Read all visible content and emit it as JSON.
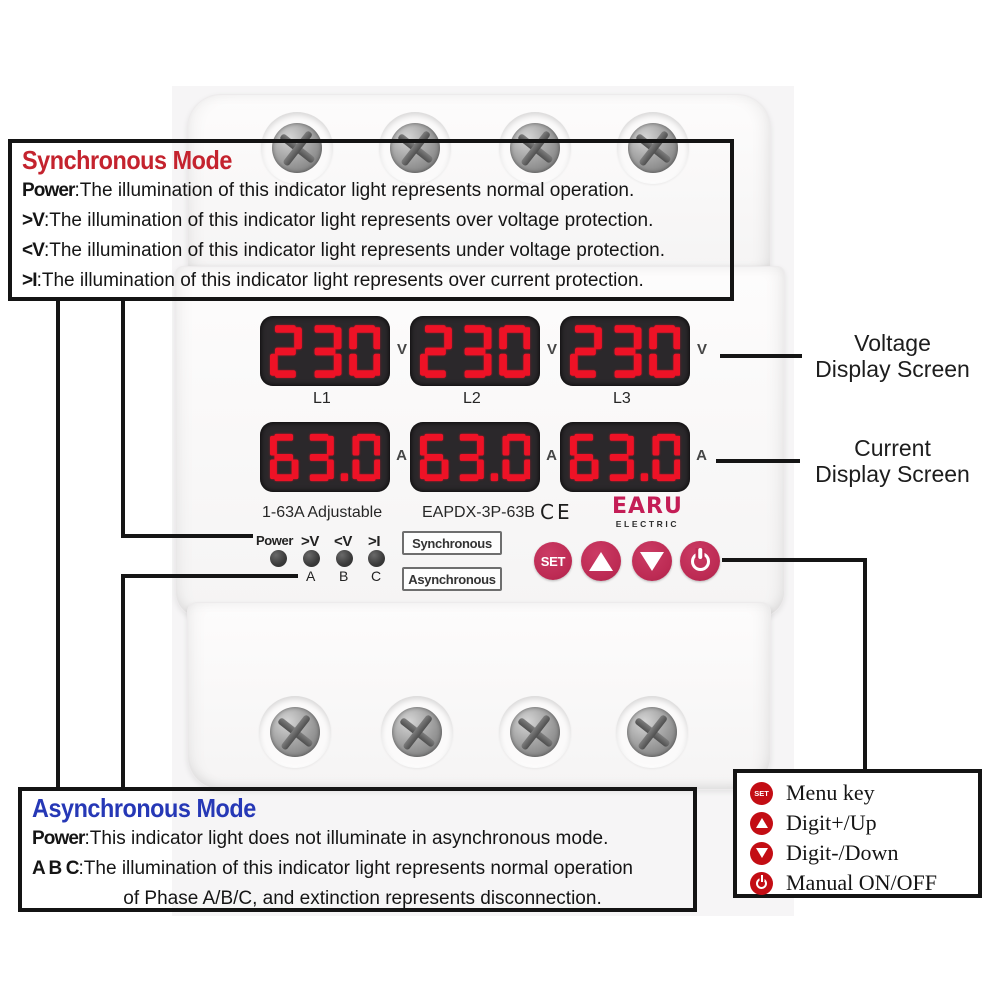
{
  "colors": {
    "sync_title": "#c4232e",
    "async_title": "#2638b6",
    "digit_red": "#ee1226",
    "display_bezel": "#2b282b",
    "device_button": "#bd2b54",
    "legend_icon_red": "#c30d14",
    "brand_crimson": "#c41d56",
    "line_black": "#151515"
  },
  "sync_box": {
    "title": "Synchronous Mode",
    "lines": [
      {
        "label": "Power",
        "text": ":The illumination of this indicator light represents normal operation."
      },
      {
        "label": ">V",
        "text": ":The illumination of this indicator light represents over voltage protection."
      },
      {
        "label": "<V",
        "text": ":The illumination of this indicator light represents under voltage protection."
      },
      {
        "label": ">I",
        "text": ":The illumination of this indicator light represents over current protection."
      }
    ]
  },
  "async_box": {
    "title": "Asynchronous Mode",
    "lines": [
      {
        "label": "Power",
        "text": ":This indicator light does not illuminate in asynchronous mode."
      },
      {
        "label": "A B C",
        "text": ":The illumination of this indicator light represents normal operation",
        "text2": "of Phase A/B/C, and extinction represents disconnection."
      }
    ]
  },
  "device": {
    "voltage_row": {
      "values": [
        "230",
        "230",
        "230"
      ],
      "unit": "V",
      "phases": [
        "L1",
        "L2",
        "L3"
      ]
    },
    "current_row": {
      "values": [
        "63.0",
        "63.0",
        "63.0"
      ],
      "unit": "A"
    },
    "adjustable_label": "1-63A Adjustable",
    "model": "EAPDX-3P-63B",
    "ce_mark": "CE",
    "brand": {
      "name": "EARU",
      "sub": "ELECTRIC"
    },
    "indicators": {
      "top_labels": [
        "Power",
        ">V",
        "<V",
        ">I"
      ],
      "bottom_labels": [
        "A",
        "B",
        "C"
      ]
    },
    "mode_labels": {
      "sync": "Synchronous",
      "async": "Asynchronous"
    },
    "buttons": {
      "set_label": "SET",
      "up_icon": "up-triangle",
      "down_icon": "down-triangle",
      "power_icon": "power-symbol"
    }
  },
  "annotations": {
    "voltage_screen": {
      "line1": "Voltage",
      "line2": "Display Screen"
    },
    "current_screen": {
      "line1": "Current",
      "line2": "Display Screen"
    }
  },
  "legend": {
    "items": [
      {
        "icon": "set-button",
        "label": "Menu key"
      },
      {
        "icon": "up-button",
        "label": "Digit+/Up"
      },
      {
        "icon": "down-button",
        "label": "Digit-/Down"
      },
      {
        "icon": "power-button",
        "label": "Manual ON/OFF"
      }
    ]
  }
}
